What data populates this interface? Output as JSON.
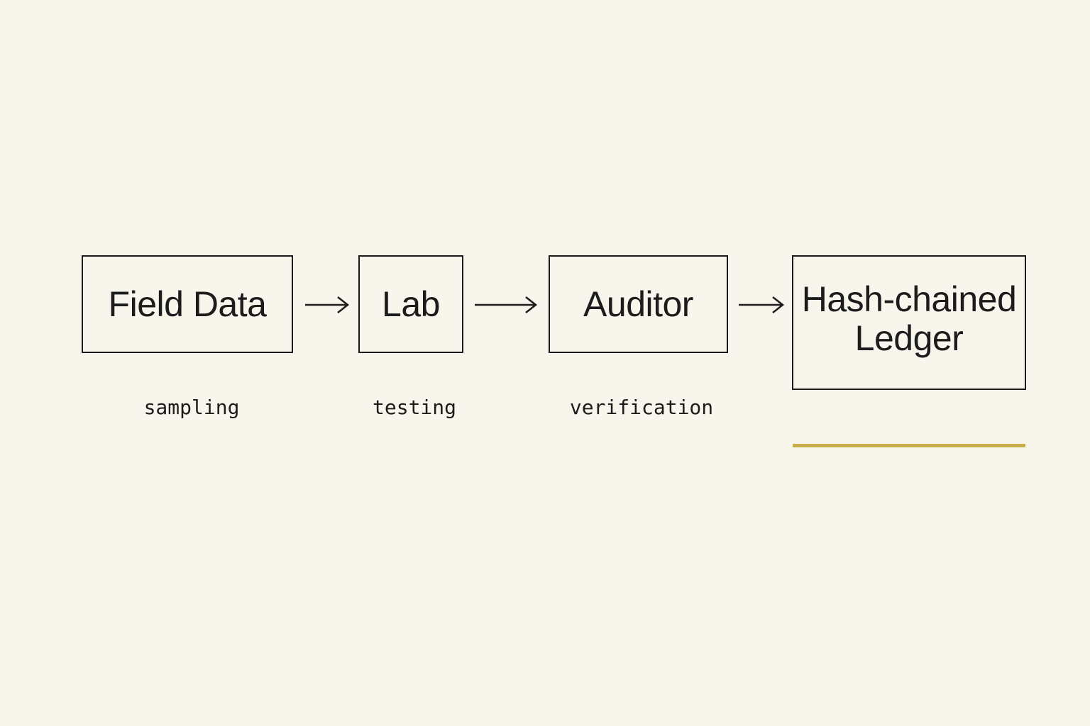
{
  "nodes": [
    {
      "label": "Field Data"
    },
    {
      "label": "Lab"
    },
    {
      "label": "Auditor"
    },
    {
      "label_line1": "Hash-chained",
      "label_line2": "Ledger"
    }
  ],
  "captions": [
    "sampling",
    "testing",
    "verification"
  ],
  "colors": {
    "background": "#f8f5ec",
    "ink": "#1c1c1c",
    "accent": "#c9ad47"
  },
  "icons": [
    "right-arrow-icon"
  ]
}
